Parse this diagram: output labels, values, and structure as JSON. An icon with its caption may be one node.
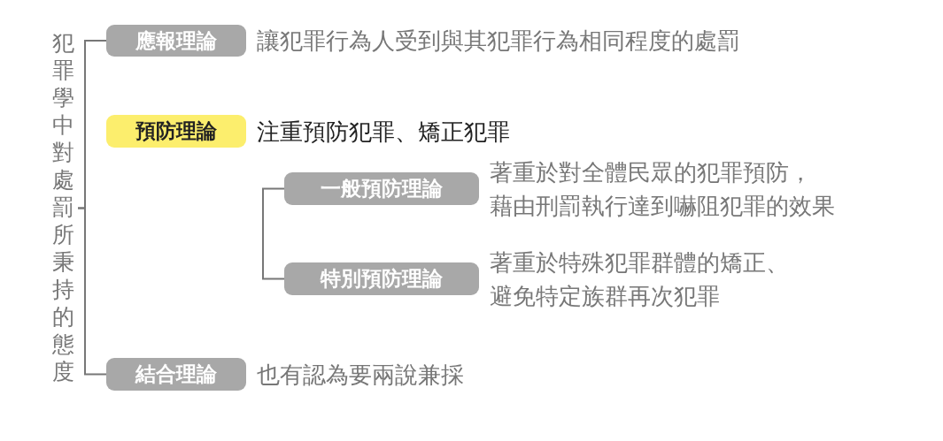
{
  "diagram": {
    "nodes": [
      {
        "text": [
          "犯罪學中對處罰所秉持的態度"
        ]
      },
      {
        "text": [
          "應報理論"
        ],
        "beside": [
          "讓犯罪行為人受到與其犯罪行為相同程度的處罰"
        ]
      },
      {
        "text": [
          "預防理論"
        ],
        "beside": [
          "注重預防犯罪、矯正犯罪"
        ]
      },
      {
        "text": [
          "一般預防理論"
        ],
        "beside": [
          "著重於對全體民眾的犯罪預防，藉由刑罰執行達到嚇阻犯罪的效果"
        ]
      },
      {
        "text": [
          "特別預防理論"
        ],
        "beside": [
          "著重於特殊犯罪群體的矯正、避免特定族群再次犯罪"
        ]
      },
      {
        "text": [
          "結合理論"
        ],
        "beside": [
          "也有認為要兩說兼採"
        ]
      }
    ],
    "edges": [
      {
        "from": 0,
        "to": 1,
        "arrow": "none"
      },
      {
        "from": 0,
        "to": 5,
        "arrow": "none"
      },
      {
        "from": 3,
        "to": 4,
        "arrow": "none"
      }
    ]
  }
}
